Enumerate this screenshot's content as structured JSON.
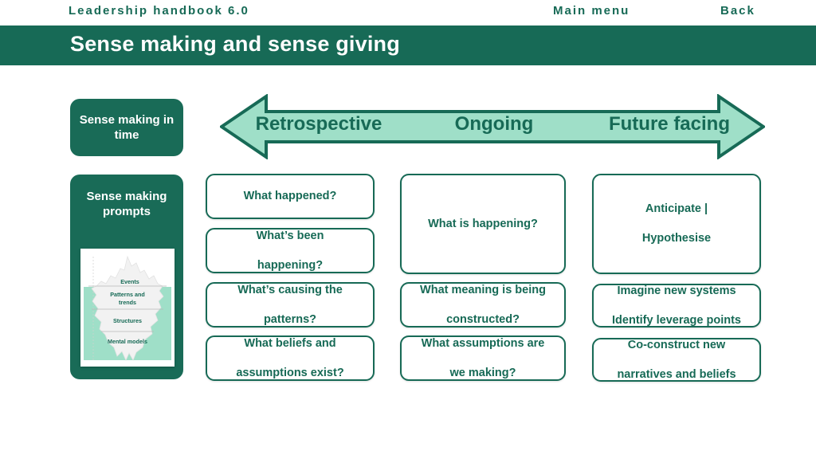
{
  "nav": {
    "brand": "Leadership handbook 6.0",
    "main_menu": "Main menu",
    "back": "Back"
  },
  "header": {
    "title": "Sense making and sense giving"
  },
  "colors": {
    "dark_green": "#176a56",
    "mint": "#9fdfc8",
    "white": "#ffffff"
  },
  "sidebar": {
    "time_label_line1": "Sense making",
    "time_label_line2": "in time",
    "prompts_label_line1": "Sense making",
    "prompts_label_line2": "prompts",
    "iceberg": {
      "layers": [
        "Events",
        "Patterns and trends",
        "Structures",
        "Mental models"
      ],
      "layer_line_breaks": {
        "events": "Events",
        "patterns_1": "Patterns and",
        "patterns_2": "trends",
        "structures": "Structures",
        "mental": "Mental models"
      }
    }
  },
  "timeline": {
    "stages": [
      "Retrospective",
      "Ongoing",
      "Future facing"
    ],
    "direction": "double-headed-arrow"
  },
  "columns": [
    {
      "stage": "Retrospective",
      "prompts": [
        {
          "lines": [
            "What happened?"
          ]
        },
        {
          "lines": [
            "What’s been",
            "happening?"
          ]
        },
        {
          "lines": [
            "What’s causing the",
            "patterns?"
          ]
        },
        {
          "lines": [
            "What beliefs and",
            "assumptions exist?"
          ]
        }
      ]
    },
    {
      "stage": "Ongoing",
      "prompts": [
        {
          "lines": [
            "What is happening?"
          ]
        },
        {
          "lines": [
            "What meaning is being",
            "constructed?"
          ]
        },
        {
          "lines": [
            "What assumptions are",
            "we making?"
          ]
        }
      ]
    },
    {
      "stage": "Future facing",
      "prompts": [
        {
          "lines": [
            "Anticipate |",
            "Hypothesise"
          ]
        },
        {
          "lines": [
            "Imagine new systems",
            "Identify leverage points"
          ]
        },
        {
          "lines": [
            "Co-construct new",
            "narratives and beliefs"
          ]
        }
      ]
    }
  ]
}
